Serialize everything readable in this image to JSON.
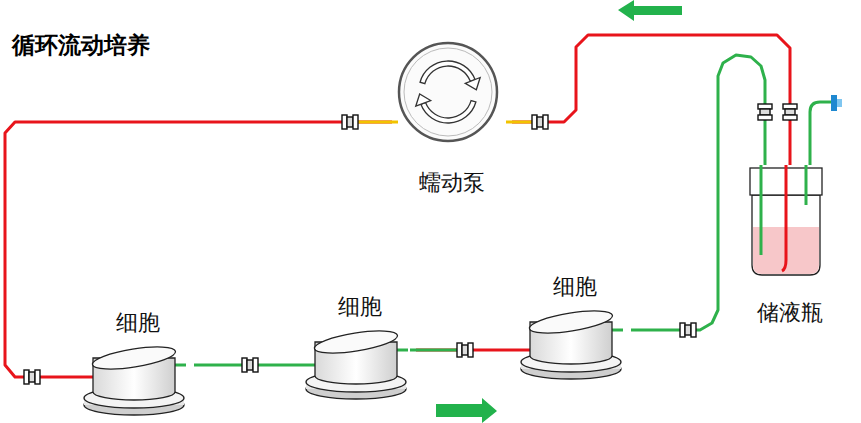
{
  "diagram": {
    "title": "循环流动培养",
    "nodes": [
      {
        "text": [
          "蠕动泵"
        ]
      },
      {
        "text": [
          "储液瓶"
        ]
      },
      {
        "text": [
          "细胞"
        ]
      },
      {
        "text": [
          "细胞"
        ]
      },
      {
        "text": [
          "细胞"
        ]
      }
    ],
    "edges": [
      {
        "from": 1,
        "to": 0,
        "arrow": "none"
      },
      {
        "from": 0,
        "to": 2,
        "arrow": "none"
      },
      {
        "from": 2,
        "to": 3,
        "arrow": "none"
      },
      {
        "from": 3,
        "to": 4,
        "arrow": "none"
      },
      {
        "from": 4,
        "to": 1,
        "arrow": "none"
      }
    ]
  }
}
